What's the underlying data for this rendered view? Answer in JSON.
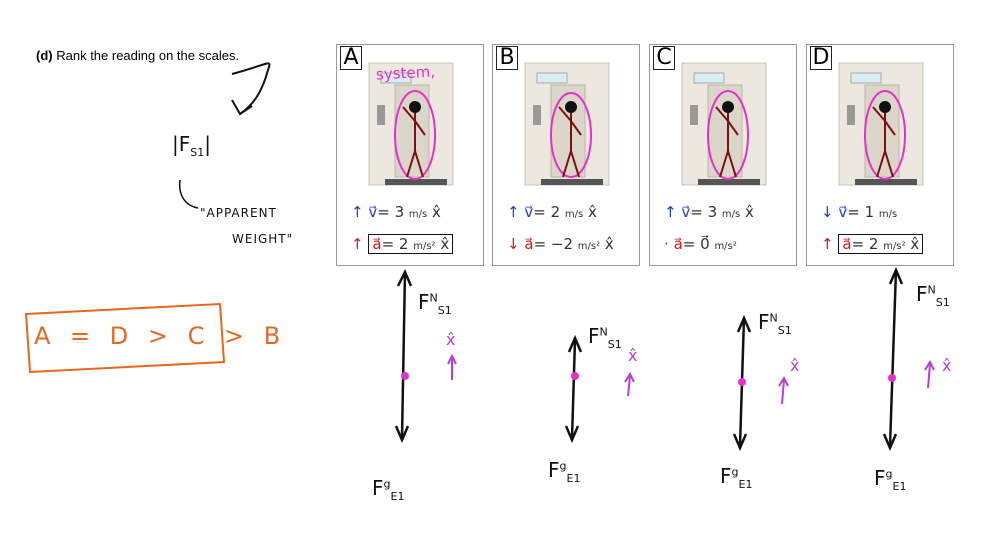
{
  "question": {
    "label": "(d)",
    "text": "Rank the reading on the scales."
  },
  "annotations": {
    "force_symbol_left": "F",
    "force_sub_left": "S1",
    "apparent_weight_line1": "\"APPARENT",
    "apparent_weight_line2": "WEIGHT\"",
    "system_label": "system,"
  },
  "answer": {
    "text": "A = D > C > B",
    "color": "#e8661f"
  },
  "panels": [
    {
      "letter": "A",
      "v_value": "= 3",
      "v_unit": "m/s",
      "v_hat": "x̂",
      "a_value": "= 2",
      "a_unit": "m/s²",
      "a_hat": "x̂",
      "a_boxed": true
    },
    {
      "letter": "B",
      "v_value": "= 2",
      "v_unit": "m/s",
      "v_hat": "x̂",
      "a_value": "= −2",
      "a_unit": "m/s²",
      "a_hat": "x̂",
      "a_boxed": false
    },
    {
      "letter": "C",
      "v_value": "= 3",
      "v_unit": "m/s",
      "v_hat": "x̂",
      "a_value": "= 0⃗",
      "a_unit": "m/s²",
      "a_hat": "",
      "a_boxed": false
    },
    {
      "letter": "D",
      "v_value": "= 1",
      "v_unit": "m/s",
      "v_hat": "",
      "a_value": "= 2",
      "a_unit": "m/s²",
      "a_hat": "x̂",
      "a_boxed": true
    }
  ],
  "fbd": [
    {
      "top_label": "F",
      "top_sub": "S1",
      "top_sup": "N",
      "bottom_label": "F",
      "bottom_sub": "E1",
      "bottom_sup": "g",
      "x_label": "x̂"
    },
    {
      "top_label": "F",
      "top_sub": "S1",
      "top_sup": "N",
      "bottom_label": "F",
      "bottom_sub": "E1",
      "bottom_sup": "g",
      "x_label": "x̂"
    },
    {
      "top_label": "F",
      "top_sub": "S1",
      "top_sup": "N",
      "bottom_label": "F",
      "bottom_sub": "E1",
      "bottom_sup": "g",
      "x_label": "x̂"
    },
    {
      "top_label": "F",
      "top_sub": "S1",
      "top_sup": "N",
      "bottom_label": "F",
      "bottom_sub": "E1",
      "bottom_sup": "g",
      "x_label": "x̂"
    }
  ],
  "colors": {
    "velocity": "#1b3fd6",
    "acceleration": "#d51818",
    "system_loop": "#e431c9",
    "xhat": "#b73fd6",
    "dot": "#e431c9"
  }
}
